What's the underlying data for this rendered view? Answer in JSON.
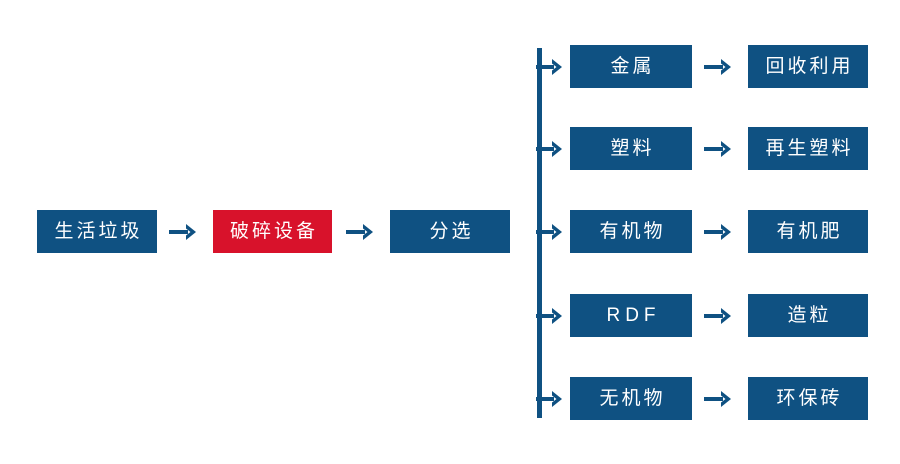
{
  "colors": {
    "box_blue": "#0f5182",
    "box_red": "#d8122b",
    "arrow_blue": "#0f5182",
    "background": "#ffffff",
    "text": "#ffffff"
  },
  "process": {
    "input_chain": [
      {
        "label": "生活垃圾",
        "style": "blue"
      },
      {
        "label": "破碎设备",
        "style": "red"
      },
      {
        "label": "分选",
        "style": "blue"
      }
    ],
    "arrows": {
      "main": [
        "right-arrow-icon",
        "right-arrow-icon"
      ],
      "branch": [
        "right-arrow-icon",
        "right-arrow-icon",
        "right-arrow-icon",
        "right-arrow-icon",
        "right-arrow-icon"
      ],
      "link": [
        "right-arrow-icon",
        "right-arrow-icon",
        "right-arrow-icon",
        "right-arrow-icon",
        "right-arrow-icon"
      ]
    },
    "branches": [
      {
        "fraction": "金属",
        "product": "回收利用"
      },
      {
        "fraction": "塑料",
        "product": "再生塑料"
      },
      {
        "fraction": "有机物",
        "product": "有机肥"
      },
      {
        "fraction": "RDF",
        "product": "造粒"
      },
      {
        "fraction": "无机物",
        "product": "环保砖"
      }
    ]
  }
}
